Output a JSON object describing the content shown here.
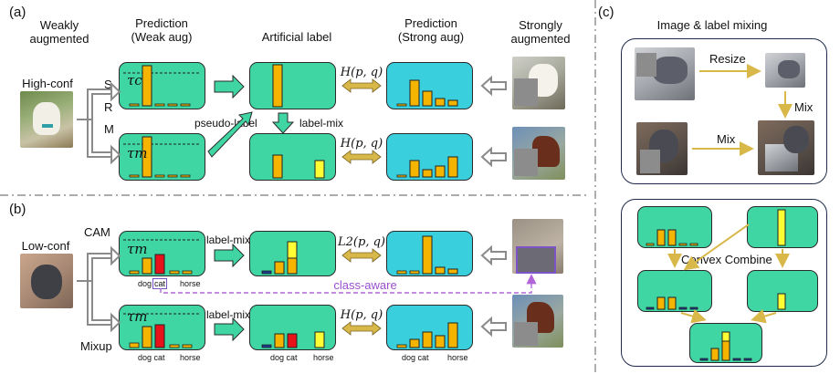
{
  "colors": {
    "green_box": "#3fd6a4",
    "cyan_box": "#39cfdd",
    "bar_orange": "#f5b400",
    "bar_red": "#e8121a",
    "bar_yellow": "#ffff33",
    "arrow_gold": "#d9b84a",
    "dashed_purple": "#b066d8"
  },
  "panel_a": {
    "label": "(a)",
    "weak_header": "Weakly\naugmented",
    "pred_weak_header": "Prediction\n(Weak aug)",
    "artificial_header": "Artificial label",
    "pred_strong_header": "Prediction\n(Strong aug)",
    "strong_header": "Strongly\naugmented",
    "high_conf": "High-conf",
    "srm": [
      "S",
      "R",
      "M"
    ],
    "tau_c": "τc",
    "tau_m": "τm",
    "pseudo_label": "pseudo-label",
    "label_mix": "label-mix",
    "loss_h": "H(p, q)"
  },
  "panel_b": {
    "label": "(b)",
    "low_conf": "Low-conf",
    "cam": "CAM",
    "mixup": "Mixup",
    "tau_m": "τm",
    "label_mix": "label-mix",
    "loss_l2": "L2(p, q)",
    "loss_h": "H(p, q)",
    "class_aware": "class-aware",
    "dog": "dog",
    "cat": "cat",
    "horse": "horse",
    "dog_cat": "dog cat"
  },
  "panel_c": {
    "label": "(c)",
    "title": "Image & label mixing",
    "resize": "Resize",
    "mix": "Mix",
    "mix2": "Mix",
    "convex": "Convex Combine"
  },
  "icons": [
    "dog-photo",
    "cat-photo",
    "horse-photo"
  ]
}
